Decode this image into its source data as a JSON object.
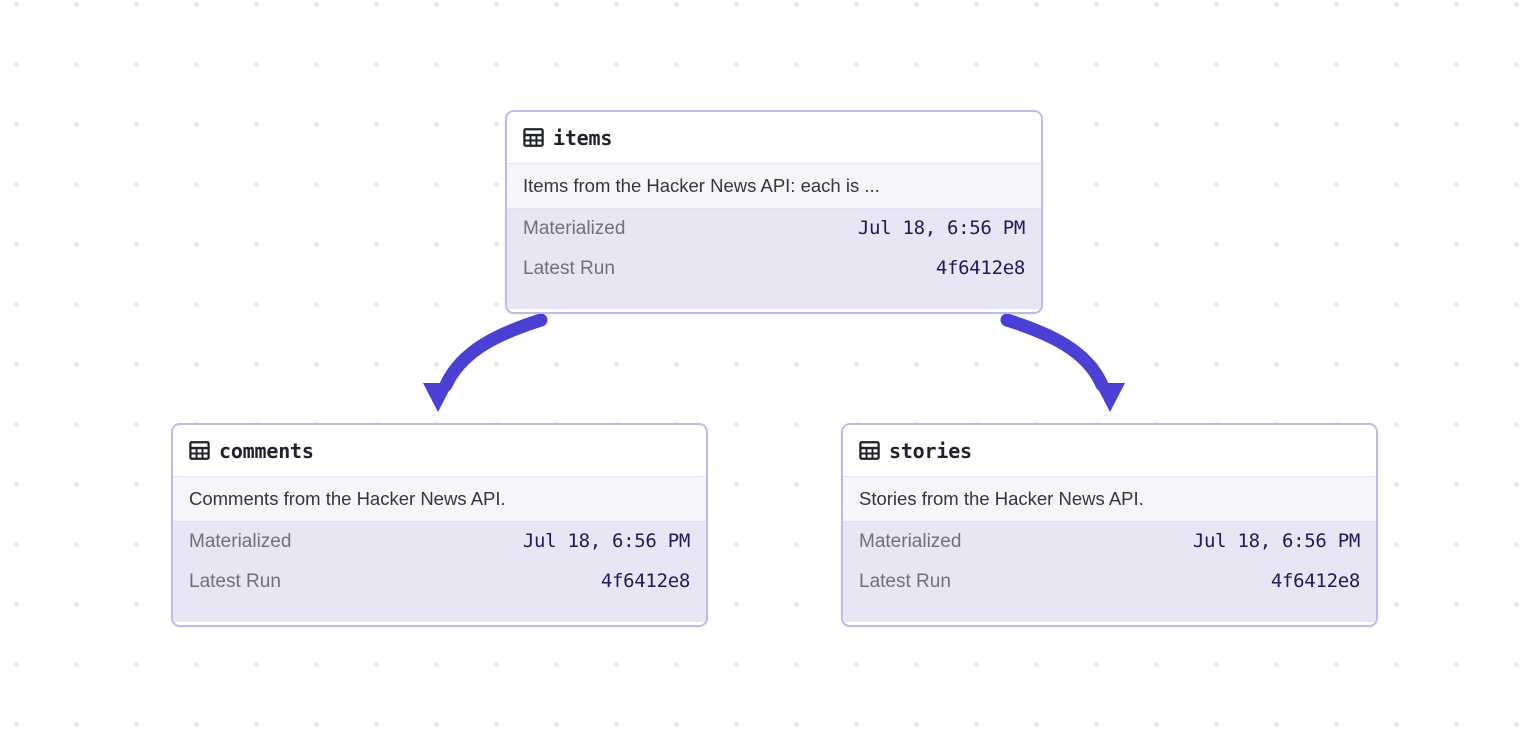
{
  "canvas": {
    "background_color": "#ffffff",
    "dot_color": "#eaeaec",
    "edge_color": "#4a41d4",
    "node_border_color": "#bfbbe8",
    "node_meta_background": "#e8e6f4",
    "node_description_background": "#f5f5fa",
    "value_text_color": "#1f1b59",
    "label_text_color": "#6f7179"
  },
  "meta_labels": {
    "materialized": "Materialized",
    "latest_run": "Latest Run"
  },
  "nodes": [
    {
      "id": "items",
      "icon": "table-icon",
      "title": "items",
      "description": "Items from the Hacker News API: each is ...",
      "materialized": "Jul 18, 6:56 PM",
      "latest_run": "4f6412e8"
    },
    {
      "id": "comments",
      "icon": "table-icon",
      "title": "comments",
      "description": "Comments from the Hacker News API.",
      "materialized": "Jul 18, 6:56 PM",
      "latest_run": "4f6412e8"
    },
    {
      "id": "stories",
      "icon": "table-icon",
      "title": "stories",
      "description": "Stories from the Hacker News API.",
      "materialized": "Jul 18, 6:56 PM",
      "latest_run": "4f6412e8"
    }
  ],
  "edges": [
    {
      "id": "items-to-comments",
      "from": "items",
      "to": "comments"
    },
    {
      "id": "items-to-stories",
      "from": "items",
      "to": "stories"
    }
  ]
}
